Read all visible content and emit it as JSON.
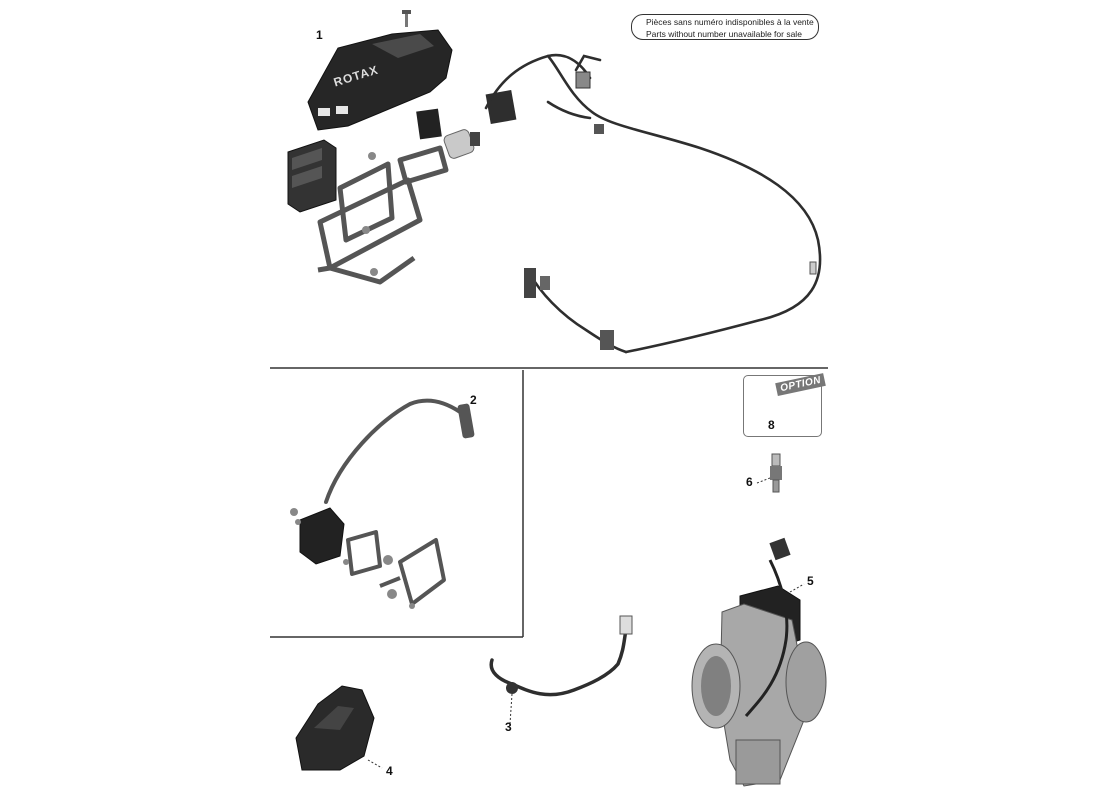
{
  "notice": {
    "line_fr": "Pièces sans numéro indisponibles à la vente",
    "line_en": "Parts without number unavailable for sale"
  },
  "callouts": {
    "c1": "1",
    "c2": "2",
    "c3": "3",
    "c4": "4",
    "c5": "5",
    "c6": "6",
    "c8": "8"
  },
  "option_badge": "OPTION",
  "pod_logo": "ROTAX",
  "colors": {
    "line": "#333333",
    "part_dark": "#2b2b2b",
    "part_mid": "#6e6e6e",
    "part_light": "#b8b8b8",
    "metal": "#9c9c9c"
  }
}
